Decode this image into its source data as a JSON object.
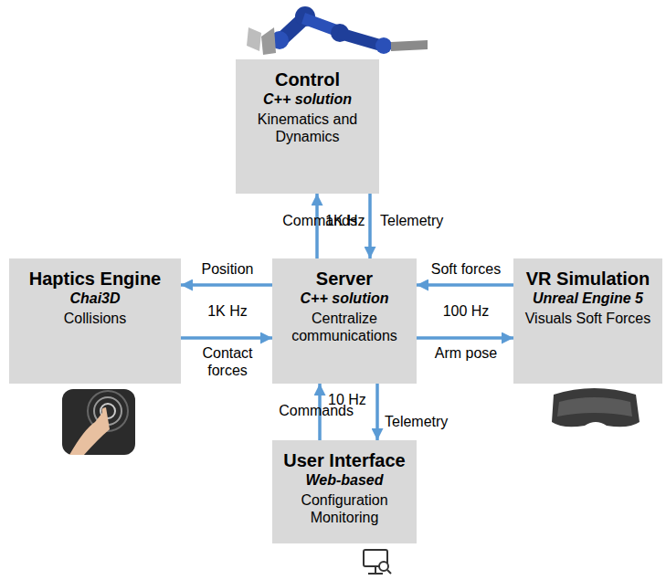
{
  "diagram": {
    "nodes": [
      {
        "text": [
          "Control",
          "C++ solution",
          "Kinematics and Dynamics"
        ]
      },
      {
        "text": [
          "Haptics Engine",
          "Chai3D",
          "Collisions"
        ]
      },
      {
        "text": [
          "Server",
          "C++ solution",
          "Centralize communications"
        ]
      },
      {
        "text": [
          "VR Simulation",
          "Unreal Engine 5",
          "Visuals Soft Forces"
        ]
      },
      {
        "text": [
          "User Interface",
          "Web-based",
          "Configuration Monitoring"
        ]
      }
    ],
    "edges": [
      {
        "from": 2,
        "to": 0,
        "label": "Commands",
        "arrow": "to"
      },
      {
        "from": 0,
        "to": 2,
        "label": "Telemetry",
        "arrow": "to"
      },
      {
        "from": 2,
        "to": 1,
        "label": "Position",
        "arrow": "to"
      },
      {
        "from": 1,
        "to": 2,
        "label": "Contact forces",
        "arrow": "to"
      },
      {
        "from": 3,
        "to": 2,
        "label": "Soft forces",
        "arrow": "to"
      },
      {
        "from": 2,
        "to": 3,
        "label": "Arm pose",
        "arrow": "to"
      },
      {
        "from": 4,
        "to": 2,
        "label": "Commands",
        "arrow": "to"
      },
      {
        "from": 2,
        "to": 4,
        "label": "Telemetry",
        "arrow": "to"
      }
    ],
    "labels": [
      "1K Hz",
      "1K Hz",
      "100 Hz",
      "10 Hz"
    ]
  }
}
